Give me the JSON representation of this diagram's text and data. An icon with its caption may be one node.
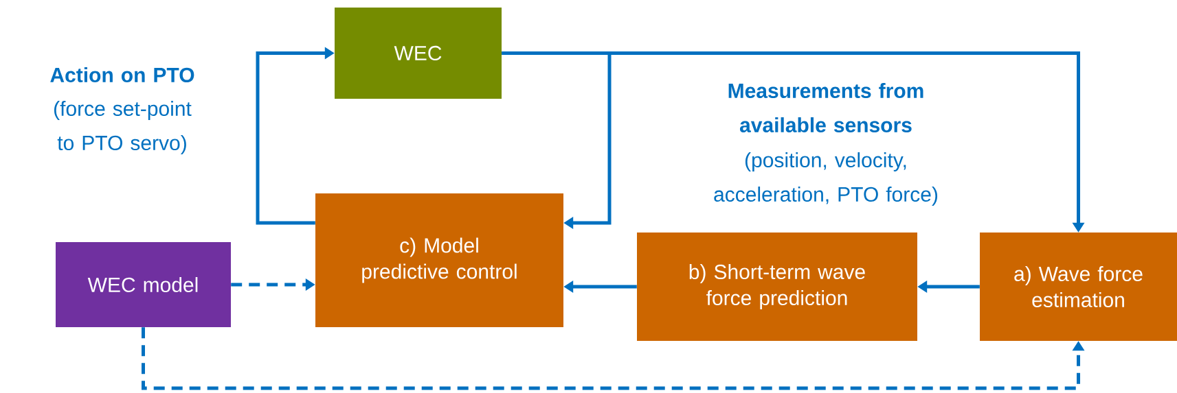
{
  "diagram": {
    "nodes": [
      {
        "text": [
          "WEC"
        ]
      },
      {
        "text": [
          "c) Model predictive control"
        ]
      },
      {
        "text": [
          "WEC model"
        ]
      },
      {
        "text": [
          "b) Short-term wave force prediction"
        ]
      },
      {
        "text": [
          "a) Wave force estimation"
        ]
      }
    ],
    "edges": [
      {
        "from": 1,
        "to": 0,
        "arrow": "to"
      },
      {
        "from": 0,
        "to": 4,
        "arrow": "to"
      },
      {
        "from": 0,
        "to": 1,
        "arrow": "to"
      },
      {
        "from": 4,
        "to": 3,
        "arrow": "to"
      },
      {
        "from": 3,
        "to": 1,
        "arrow": "to"
      },
      {
        "from": 2,
        "to": 1,
        "arrow": "to",
        "style": "dashed"
      },
      {
        "from": 2,
        "to": 4,
        "arrow": "to",
        "style": "dashed"
      }
    ],
    "labels": [
      "Action on PTO",
      "(force set-point to PTO servo)",
      "Measurements from available sensors",
      "(position, velocity, acceleration, PTO force)"
    ]
  }
}
